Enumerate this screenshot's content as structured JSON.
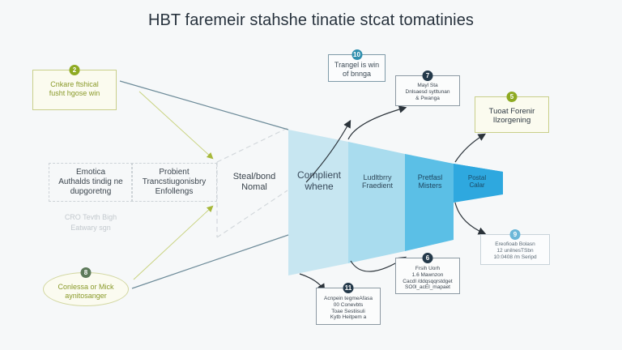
{
  "title": "HBT faremeir stahshe tinatie stcat tomatinies",
  "colors": {
    "background": "#f6f8f9",
    "funnel_segments": [
      "#c7e6f1",
      "#a9dcee",
      "#5bbfe6",
      "#2ea8df"
    ],
    "green_accent": "#8eaa22",
    "dark_badge": "#24394a",
    "blue_badge": "#2f8fae"
  },
  "left_nodes": {
    "top_box": {
      "badge": "2",
      "lines": [
        "Cnkare ftshical",
        "fusht hgose win"
      ]
    },
    "bottom_ellipse": {
      "badge": "8",
      "lines": [
        "Conlessa or Mick",
        "aynitosanger"
      ]
    },
    "dashed_box_1": {
      "lines": [
        "Emotica",
        "Authalds tindig ne",
        "dupgoretng"
      ]
    },
    "dashed_box_2": {
      "lines": [
        "Probient",
        "Trancstiugonisbry",
        "Enfollengs"
      ]
    },
    "faded_note": {
      "lines": [
        "CRO Tevth Bigh",
        "Eatwary sgn"
      ]
    }
  },
  "funnel": {
    "entry_label": [
      "Steal/bond",
      "Nomal"
    ],
    "segments": [
      {
        "lines": [
          "Complient",
          "whene"
        ]
      },
      {
        "lines": [
          "Ludltbrry",
          "Fraedient"
        ]
      },
      {
        "lines": [
          "Pretfasl",
          "Misters"
        ]
      },
      {
        "lines": [
          "Postal",
          "Calar"
        ]
      }
    ]
  },
  "right_nodes": {
    "top_center": {
      "badge": "10",
      "lines": [
        "Trangel is win",
        "of bnnga"
      ]
    },
    "top_right": {
      "badge": "7",
      "lines": [
        "Mayl Sta",
        "Dnlsaesd sytltunan",
        "& Pwanga"
      ]
    },
    "far_right_top": {
      "badge": "5",
      "lines": [
        "Tuoat Forenir",
        "Ilzorgening"
      ]
    },
    "far_right_bottom": {
      "badge": "9",
      "lines": [
        "Ereofioab Bolasn",
        "12 unilnesTSbn",
        "10:0408 /m Seripd"
      ]
    },
    "bottom_right": {
      "badge": "6",
      "lines": [
        "Frsih Uorh",
        "1.6 Mawnzon",
        "Cacdl /ddqsqqrstdget",
        "SO0l_acEl_mapaet"
      ]
    },
    "bottom_center": {
      "badge": "11",
      "lines": [
        "Acnpein tegmeAfasa",
        "00 Conevbts",
        "Toae Sestiisuli",
        "Kytb Heitpem a"
      ]
    }
  }
}
